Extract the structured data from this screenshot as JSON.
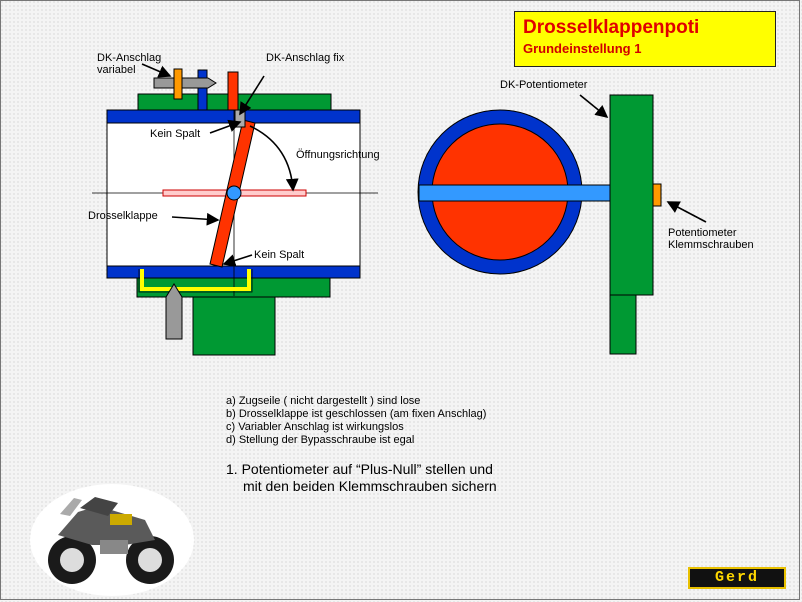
{
  "title": {
    "main": "Drosselklappenpoti",
    "sub": "Grundeinstellung 1"
  },
  "labels": {
    "dk_anschlag_variabel": "DK-Anschlag variabel",
    "dk_anschlag_fix": "DK-Anschlag fix",
    "kein_spalt_top": "Kein Spalt",
    "oeffnungsrichtung": "Öffnungsrichtung",
    "drosselklappe": "Drosselklappe",
    "kein_spalt_bottom": "Kein Spalt",
    "dk_potentiometer": "DK-Potentiometer",
    "potentiometer_klemmschrauben": "Potentiometer Klemmschrauben"
  },
  "notes": [
    "a) Zugseile ( nicht dargestellt ) sind lose",
    "b) Drosselklappe ist geschlossen (am fixen Anschlag)",
    "c) Variabler Anschlag ist wirkungslos",
    "d) Stellung der Bypasschraube ist egal"
  ],
  "instruction": {
    "line1": "1. Potentiometer auf “Plus-Null” stellen und",
    "line2": "mit den beiden Klemmschrauben sichern"
  },
  "brand": "Gerd",
  "icons": {
    "motorcycle": "motorcycle-icon"
  },
  "colors": {
    "title_bg": "#ffff00",
    "title_text": "#e00000",
    "blue": "#0033cc",
    "green": "#009933",
    "red": "#ff3300",
    "light_blue": "#3399ff",
    "yellow": "#ffff00",
    "orange": "#ff9900",
    "gray": "#999999"
  }
}
